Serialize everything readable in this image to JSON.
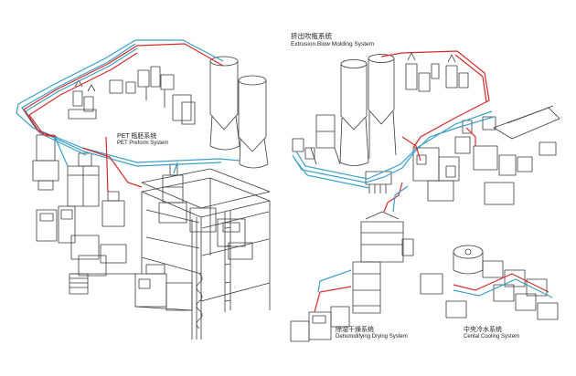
{
  "labels": {
    "pet": {
      "zh": "PET 瓶胚系统",
      "en": "PET Preform System"
    },
    "extrusion": {
      "zh": "挤出吹瓶系统",
      "en": "Extrusion Blow Molding System"
    },
    "drying": {
      "zh": "除湿干燥系统",
      "en": "Dehumidifying Drying System"
    },
    "cooling": {
      "zh": "中央冷水系统",
      "en": "Cental Cooling System"
    }
  },
  "colors": {
    "material_line": "#d62a2a",
    "air_line": "#3aa0c8",
    "outline": "#3a3a3a"
  }
}
